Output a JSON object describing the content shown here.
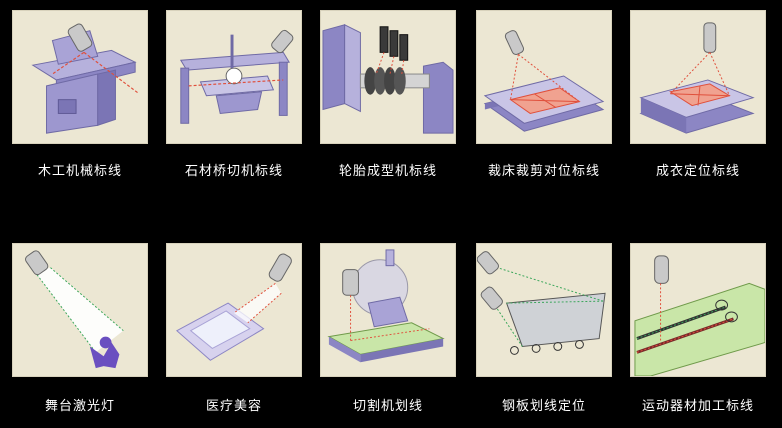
{
  "colors": {
    "background": "#000000",
    "tile": "#ece7d3",
    "machine_purple": "#8c86c4",
    "laser_red": "#e0503c",
    "laser_green": "#3aa65a",
    "caption": "#ffffff"
  },
  "items": [
    {
      "label": "木工机械标线",
      "icon": "woodworking-machine-icon"
    },
    {
      "label": "石材桥切机标线",
      "icon": "stone-bridge-saw-icon"
    },
    {
      "label": "轮胎成型机标线",
      "icon": "tire-building-machine-icon"
    },
    {
      "label": "裁床裁剪对位标线",
      "icon": "cutting-bed-icon"
    },
    {
      "label": "成衣定位标线",
      "icon": "garment-positioning-icon"
    },
    {
      "label": "舞台激光灯",
      "icon": "stage-laser-light-icon"
    },
    {
      "label": "医疗美容",
      "icon": "medical-beauty-icon"
    },
    {
      "label": "切割机划线",
      "icon": "cutting-machine-icon"
    },
    {
      "label": "钢板划线定位",
      "icon": "steel-plate-marking-icon"
    },
    {
      "label": "运动器材加工标线",
      "icon": "sports-equipment-icon"
    }
  ]
}
